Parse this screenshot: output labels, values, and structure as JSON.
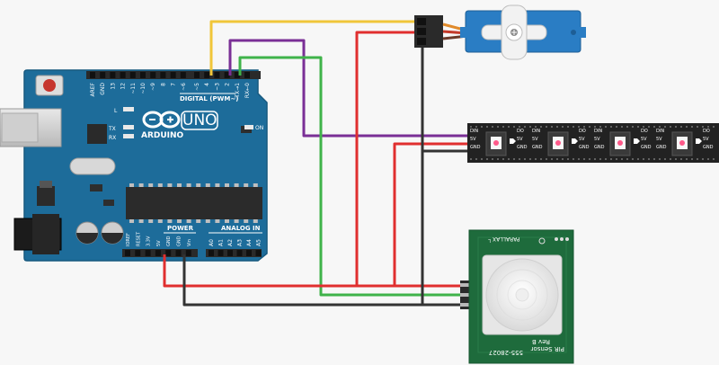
{
  "arduino": {
    "brand": "ARDUINO",
    "model": "UNO",
    "digital_header_label": "DIGITAL (PWM~)",
    "digital_pins": [
      "AREF",
      "GND",
      "13",
      "12",
      "~11",
      "~10",
      "~9",
      "8",
      "7",
      "~6",
      "~5",
      "4",
      "~3",
      "2",
      "TX→1",
      "RX←0"
    ],
    "power_header_label": "POWER",
    "power_pins": [
      "IOREF",
      "RESET",
      "3.3V",
      "5V",
      "GND",
      "GND",
      "Vin"
    ],
    "analog_header_label": "ANALOG IN",
    "analog_pins": [
      "A0",
      "A1",
      "A2",
      "A3",
      "A4",
      "A5"
    ],
    "led_labels": [
      "L",
      "TX",
      "RX"
    ],
    "on_label": "ON"
  },
  "led_strip": {
    "pin_labels": [
      "DIN",
      "5V",
      "GND",
      "DO",
      "5V",
      "GND"
    ]
  },
  "pir_sensor": {
    "brand_label": "PARALLAX",
    "name_label": "PIR Sensor",
    "revision_label": "Rev B",
    "part_number": "555-28027"
  },
  "wire_colors": {
    "signal_servo": "#f0c63a",
    "signal_strip": "#7a2f96",
    "signal_pir": "#3fb34a",
    "power": "#e02f2f",
    "ground": "#333333"
  },
  "colors": {
    "board": "#1d6c9a",
    "servo": "#2a7dc4",
    "strip": "#222222",
    "pir_board": "#1e6b3c"
  }
}
